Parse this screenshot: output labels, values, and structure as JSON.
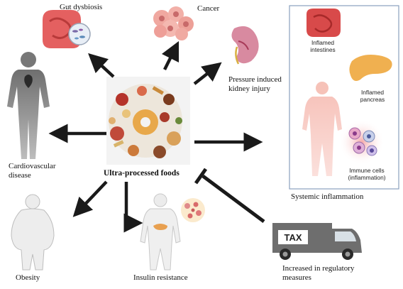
{
  "center": {
    "label": "Ultra-processed foods"
  },
  "outcomes": {
    "gut_dysbiosis": "Gut dysbiosis",
    "cancer": "Cancer",
    "kidney": [
      "Pressure induced",
      "kidney injury"
    ],
    "cardiovascular": [
      "Cardiovascular",
      "disease"
    ],
    "obesity": "Obesity",
    "insulin": "Insulin resistance",
    "systemic": "Systemic inflammation",
    "regulatory": [
      "Increased in regulatory",
      "measures"
    ]
  },
  "inflammation_panel": {
    "intestines": [
      "Inflamed",
      "intestines"
    ],
    "pancreas": [
      "Inflamed",
      "pancreas"
    ],
    "immune": [
      "Immune cells",
      "(inflammation)"
    ]
  },
  "truck": {
    "sign": "TAX"
  }
}
